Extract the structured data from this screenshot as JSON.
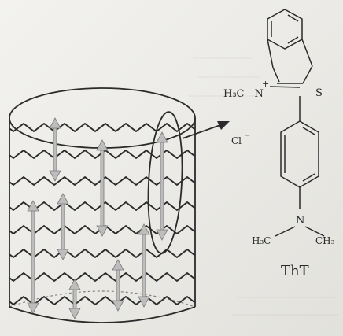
{
  "labels": {
    "methyl_left": "H₃C—N",
    "n_plus": "+",
    "sulfur": "S",
    "chloride": "Cl",
    "chloride_charge": "−",
    "amine_n": "N",
    "methyl_bl": "H₃C",
    "methyl_br": "CH₃",
    "caption": "ThT"
  },
  "colors": {
    "background": "#ecebe7",
    "ink": "#2a2a2a",
    "arrow_fill": "#bdbdbd",
    "arrow_stroke": "#7a7a7a"
  },
  "icons": {
    "fibril": "amyloid-fibril-cylinder-icon",
    "pointer": "binding-site-arrow-icon"
  }
}
